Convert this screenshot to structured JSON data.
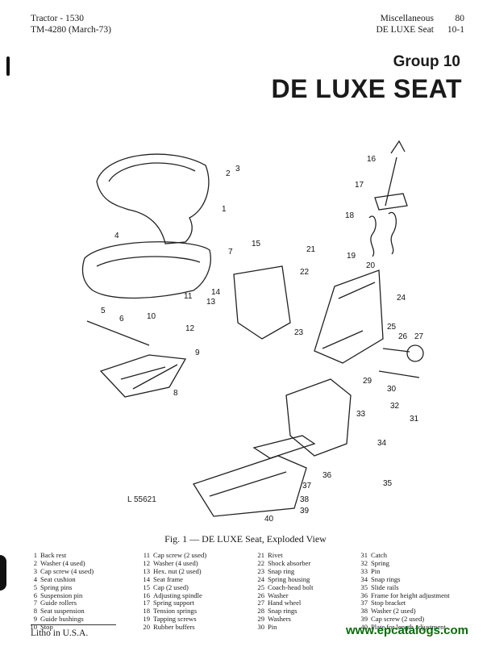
{
  "header": {
    "left_line1": "Tractor - 1530",
    "left_line2": "TM-4280 (March-73)",
    "section_name": "Miscellaneous",
    "page_number": "80",
    "subsection_name": "DE LUXE Seat",
    "subsection_number": "10-1"
  },
  "group_label": "Group 10",
  "title": "DE LUXE SEAT",
  "figure": {
    "reference": "L 55621",
    "caption": "Fig. 1 — DE LUXE Seat, Exploded View",
    "callouts": [
      "1",
      "2",
      "3",
      "4",
      "5",
      "6",
      "7",
      "8",
      "9",
      "10",
      "11",
      "12",
      "13",
      "14",
      "15",
      "16",
      "17",
      "18",
      "19",
      "20",
      "21",
      "22",
      "23",
      "24",
      "25",
      "26",
      "27",
      "29",
      "30",
      "31",
      "32",
      "33",
      "34",
      "35",
      "36",
      "37",
      "38",
      "39",
      "40"
    ]
  },
  "legend": {
    "col1": [
      {
        "num": "1",
        "text": "Back rest"
      },
      {
        "num": "2",
        "text": "Washer (4 used)"
      },
      {
        "num": "3",
        "text": "Cap screw (4 used)"
      },
      {
        "num": "4",
        "text": "Seat cushion"
      },
      {
        "num": "5",
        "text": "Spring pins"
      },
      {
        "num": "6",
        "text": "Suspension pin"
      },
      {
        "num": "7",
        "text": "Guide rollers"
      },
      {
        "num": "8",
        "text": "Seat suspension"
      },
      {
        "num": "9",
        "text": "Guide bushings"
      },
      {
        "num": "10",
        "text": "Stop"
      }
    ],
    "col2": [
      {
        "num": "11",
        "text": "Cap screw (2 used)"
      },
      {
        "num": "12",
        "text": "Washer (4 used)"
      },
      {
        "num": "13",
        "text": "Hex. nut (2 used)"
      },
      {
        "num": "14",
        "text": "Seat frame"
      },
      {
        "num": "15",
        "text": "Cap (2 used)"
      },
      {
        "num": "16",
        "text": "Adjusting spindle"
      },
      {
        "num": "17",
        "text": "Spring support"
      },
      {
        "num": "18",
        "text": "Tension springs"
      },
      {
        "num": "19",
        "text": "Tapping screws"
      },
      {
        "num": "20",
        "text": "Rubber buffers"
      }
    ],
    "col3": [
      {
        "num": "21",
        "text": "Rivet"
      },
      {
        "num": "22",
        "text": "Shock absorber"
      },
      {
        "num": "23",
        "text": "Snap ring"
      },
      {
        "num": "24",
        "text": "Spring housing"
      },
      {
        "num": "25",
        "text": "Coach-head bolt"
      },
      {
        "num": "26",
        "text": "Washer"
      },
      {
        "num": "27",
        "text": "Hand wheel"
      },
      {
        "num": "28",
        "text": "Snap rings"
      },
      {
        "num": "29",
        "text": "Washers"
      },
      {
        "num": "30",
        "text": "Pin"
      }
    ],
    "col4": [
      {
        "num": "31",
        "text": "Catch"
      },
      {
        "num": "32",
        "text": "Spring"
      },
      {
        "num": "33",
        "text": "Pin"
      },
      {
        "num": "34",
        "text": "Snap rings"
      },
      {
        "num": "35",
        "text": "Slide rails"
      },
      {
        "num": "36",
        "text": "Frame for height adjustment"
      },
      {
        "num": "37",
        "text": "Stop bracket"
      },
      {
        "num": "38",
        "text": "Washer (2 used)"
      },
      {
        "num": "39",
        "text": "Cap screw (2 used)"
      },
      {
        "num": "40",
        "text": "Plate for length adjustment"
      }
    ]
  },
  "footer": {
    "litho": "Litho in U.S.A.",
    "watermark": "www.epcatalogs.com"
  }
}
